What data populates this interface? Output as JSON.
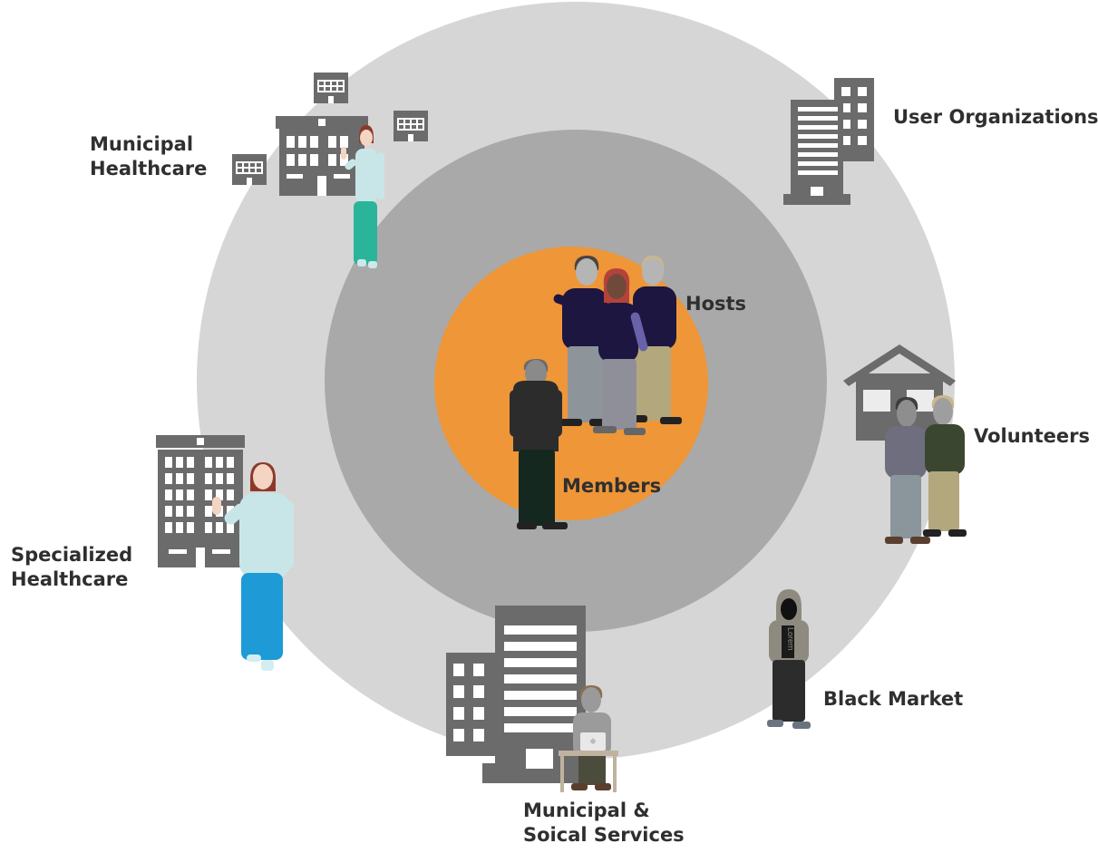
{
  "labels": {
    "municipal_healthcare": [
      "Municipal",
      "Healthcare"
    ],
    "user_organizations": "User Organizations",
    "hosts": "Hosts",
    "members": "Members",
    "volunteers": "Volunteers",
    "specialized_healthcare": [
      "Specialized",
      "Healthcare"
    ],
    "black_market": "Black Market",
    "municipal_social": [
      "Municipal &",
      "Soical Services"
    ],
    "lorem": "Lorem"
  },
  "colors": {
    "outer_ring": "#d6d6d6",
    "middle_ring": "#a9a9a9",
    "core": "#ee9638",
    "building": "#6b6b6b",
    "window": "#ffffff",
    "text": "#2f2f2f"
  }
}
